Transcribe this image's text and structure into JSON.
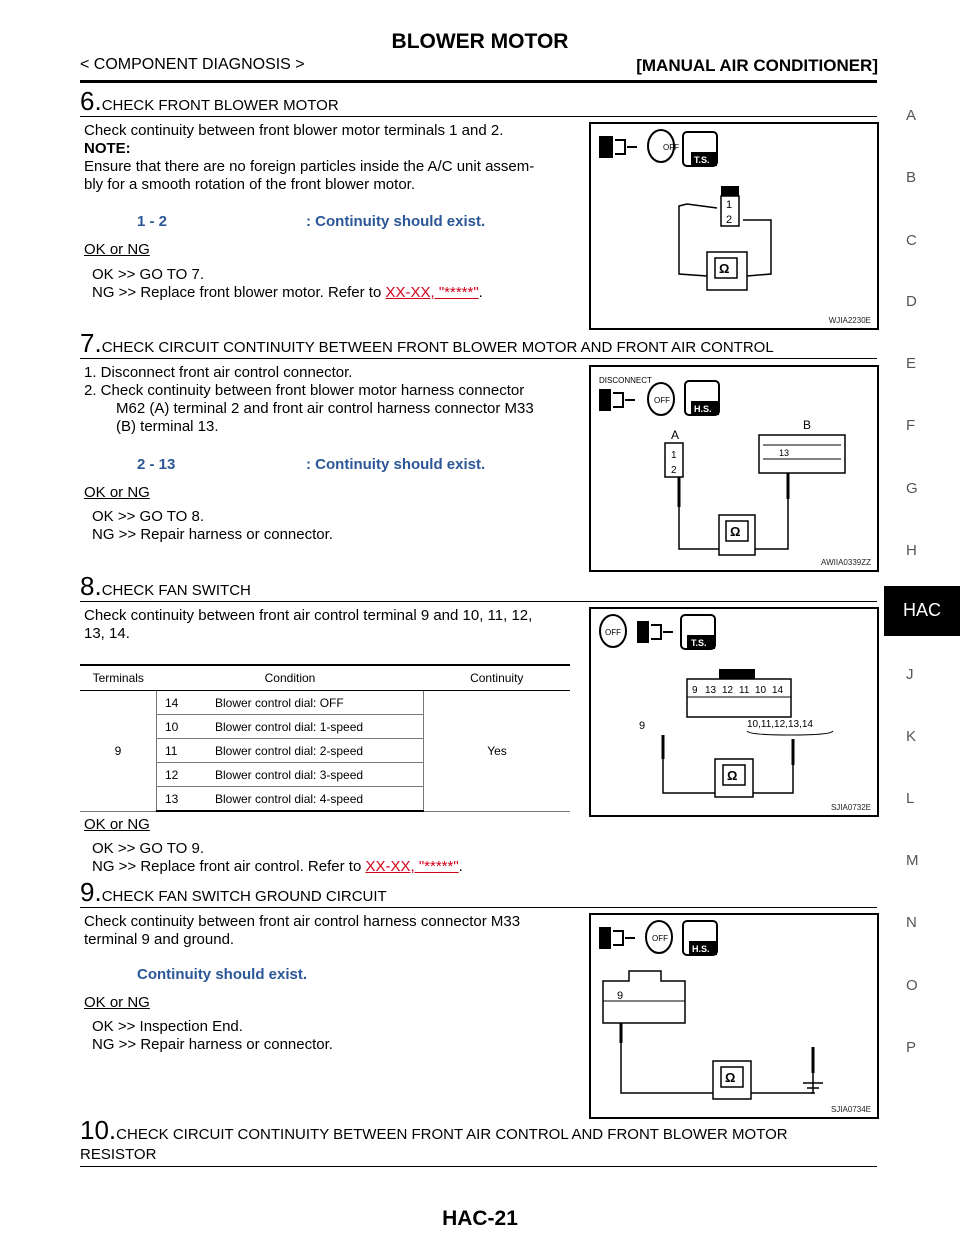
{
  "header": {
    "title": "BLOWER MOTOR",
    "subtitle_left": "< COMPONENT DIAGNOSIS >",
    "subtitle_right": "[MANUAL AIR CONDITIONER]"
  },
  "side_tabs": [
    "A",
    "B",
    "C",
    "D",
    "E",
    "F",
    "G",
    "H",
    "HAC",
    "J",
    "K",
    "L",
    "M",
    "N",
    "O",
    "P"
  ],
  "steps": {
    "s6": {
      "num": "6.",
      "title": "CHECK FRONT BLOWER MOTOR",
      "line1": "Check continuity between front blower motor terminals 1 and 2.",
      "note_label": "NOTE:",
      "note_line1": "Ensure that there are no foreign particles inside the A/C unit assem-",
      "note_line2": "bly for a smooth rotation of the front blower motor.",
      "spec_left": "1 - 2",
      "spec_right": ": Continuity should exist.",
      "okng": "OK or NG",
      "ok": "OK      >> GO TO 7.",
      "ng_prefix": "NG      >> Replace front blower motor. Refer to ",
      "ng_link": "XX-XX, \"*****\"",
      "ng_suffix": ".",
      "fig_code": "WJIA2230E",
      "fig_t1": "1",
      "fig_t2": "2"
    },
    "s7": {
      "num": "7.",
      "title": "CHECK CIRCUIT CONTINUITY BETWEEN FRONT BLOWER MOTOR AND FRONT AIR CONTROL",
      "l1": "1.  Disconnect front air control connector.",
      "l2": "2.  Check continuity between front blower motor harness connector",
      "l3": "M62 (A) terminal 2 and front air control harness connector M33",
      "l4": "(B) terminal 13.",
      "spec_left": "2 - 13",
      "spec_right": ": Continuity should exist.",
      "okng": "OK or NG",
      "ok": "OK      >> GO TO 8.",
      "ng": "NG      >> Repair harness or connector.",
      "fig_code": "AWIIA0339ZZ",
      "fig_disconnect": "DISCONNECT",
      "fig_a": "A",
      "fig_b": "B",
      "fig_t1": "1",
      "fig_t2": "2",
      "fig_t13": "13"
    },
    "s8": {
      "num": "8.",
      "title": "CHECK FAN SWITCH",
      "l1": "Check continuity between front air control terminal 9 and 10, 11, 12,",
      "l2": "13, 14.",
      "table": {
        "headers": [
          "Terminals",
          "Condition",
          "Continuity"
        ],
        "terminal": "9",
        "continuity": "Yes",
        "rows": [
          {
            "t": "14",
            "cond": "Blower control dial: OFF"
          },
          {
            "t": "10",
            "cond": "Blower control dial: 1-speed"
          },
          {
            "t": "11",
            "cond": "Blower control dial: 2-speed"
          },
          {
            "t": "12",
            "cond": "Blower control dial: 3-speed"
          },
          {
            "t": "13",
            "cond": "Blower control dial: 4-speed"
          }
        ]
      },
      "okng": "OK or NG",
      "ok": "OK      >> GO TO 9.",
      "ng_prefix": "NG      >> Replace front air control. Refer to ",
      "ng_link": "XX-XX, \"*****\"",
      "ng_suffix": ".",
      "fig_code": "SJIA0732E",
      "fig_pins": [
        "9",
        "13",
        "12",
        "11",
        "10",
        "14"
      ],
      "fig_nine": "9",
      "fig_group": "10,11,12,13,14"
    },
    "s9": {
      "num": "9.",
      "title": "CHECK FAN SWITCH GROUND CIRCUIT",
      "l1": "Check continuity between front air control harness connector M33",
      "l2": "terminal 9 and ground.",
      "spec": "Continuity should exist.",
      "okng": "OK or NG",
      "ok": "OK      >> Inspection End.",
      "ng": "NG      >> Repair harness or connector.",
      "fig_code": "SJIA0734E",
      "fig_nine": "9"
    },
    "s10": {
      "num": "10.",
      "title_l1": "CHECK CIRCUIT CONTINUITY BETWEEN FRONT AIR CONTROL AND FRONT BLOWER MOTOR",
      "title_l2": "RESISTOR"
    }
  },
  "icons": {
    "ohm": "Ω",
    "ts": "T.S.",
    "hs": "H.S.",
    "off": "OFF"
  },
  "footer": {
    "page": "HAC-21"
  }
}
